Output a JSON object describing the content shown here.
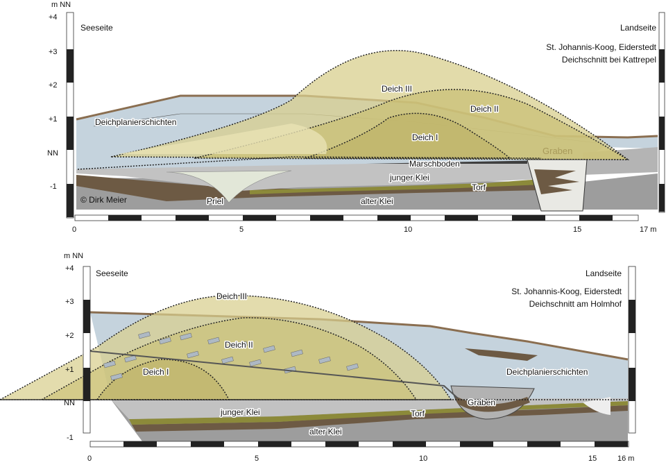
{
  "top": {
    "ylabel": "m NN",
    "yticks": [
      "+4",
      "+3",
      "+2",
      "+1",
      "NN",
      "-1"
    ],
    "seaside": "Seeseite",
    "landside": "Landseite",
    "location": "St. Johannis-Koog, Eiderstedt",
    "section": "Deichschnitt bei Kattrepel",
    "labels": {
      "deich3": "Deich III",
      "deich2": "Deich II",
      "deich1": "Deich I",
      "planier": "Deichplanierschichten",
      "marsch": "Marschboden",
      "junger": "junger Klei",
      "torf": "Torf",
      "alter": "alter Klei",
      "priel": "Priel",
      "graben": "Graben",
      "copyright": "© Dirk Meier"
    },
    "xticks": [
      "0",
      "5",
      "10",
      "15",
      "17 m"
    ]
  },
  "bottom": {
    "ylabel": "m NN",
    "yticks": [
      "+4",
      "+3",
      "+2",
      "+1",
      "NN",
      "-1"
    ],
    "seaside": "Seeseite",
    "landside": "Landseite",
    "location": "St. Johannis-Koog, Eiderstedt",
    "section": "Deichschnitt am Holmhof",
    "labels": {
      "deich3": "Deich III",
      "deich2": "Deich II",
      "deich1": "Deich I",
      "planier": "Deichplanierschichten",
      "graben": "Graben",
      "junger": "junger Klei",
      "torf": "Torf",
      "alter": "alter Klei"
    },
    "xticks": [
      "0",
      "5",
      "10",
      "15",
      "16 m"
    ]
  },
  "colors": {
    "water": "#c5d3dd",
    "sand": "#ddd6a0",
    "deich": "#d8cf8e",
    "deichDark": "#bfb46a",
    "klei": "#b9b9b9",
    "alterKlei": "#9a9a9a",
    "torf": "#6d5a44",
    "torfOlive": "#8c8a3a",
    "marsch": "#3e3e3e",
    "surface": "#8a6e50"
  }
}
